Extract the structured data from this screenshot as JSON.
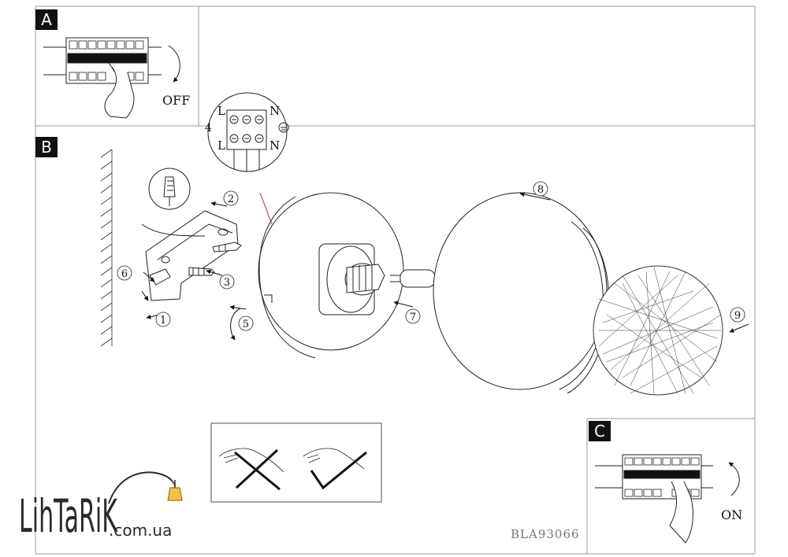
{
  "panels": {
    "a": {
      "letter": "A",
      "state_label": "OFF"
    },
    "b": {
      "letter": "B"
    },
    "c": {
      "letter": "C",
      "state_label": "ON"
    }
  },
  "wiring": {
    "step": "4",
    "top_left": "L",
    "top_right": "N",
    "bottom_left": "L",
    "bottom_right": "N"
  },
  "steps": [
    "1",
    "2",
    "3",
    "5",
    "6",
    "7",
    "8",
    "9"
  ],
  "logo": {
    "main": "LihTaRiK",
    "domain": ".com.ua"
  },
  "model_code": "BLA93066",
  "colors": {
    "line": "#222222",
    "lamp": "#f2c34a",
    "lamp_glow": "#fff3c4",
    "cable": "#e05aa0"
  }
}
